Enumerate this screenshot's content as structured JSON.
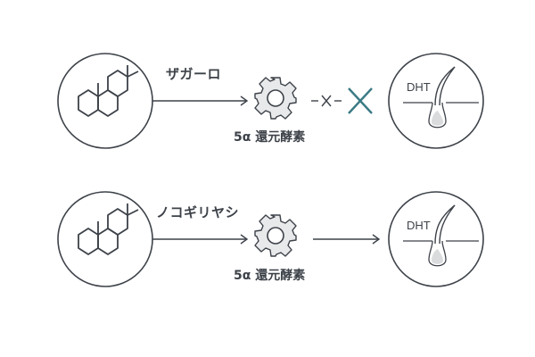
{
  "colors": {
    "stroke": "#3d4249",
    "gear_fill": "#e8e9ea",
    "block_x": "#3a7a84",
    "follicle_fill": "#d9dbdc"
  },
  "rows": [
    {
      "compound_label": "ザガーロ",
      "enzyme_label": "5α 還元酵素",
      "blocked_marker": "-×-",
      "outcome": "blocked",
      "target_label": "DHT",
      "icons": [
        "steroid-molecule-icon",
        "gear-icon",
        "block-x-icon",
        "hair-follicle-icon"
      ]
    },
    {
      "compound_label": "ノコギリヤシ",
      "enzyme_label": "5α 還元酵素",
      "outcome": "proceeds",
      "target_label": "DHT",
      "icons": [
        "steroid-molecule-icon",
        "gear-icon",
        "arrow-right-icon",
        "hair-follicle-icon"
      ]
    }
  ]
}
